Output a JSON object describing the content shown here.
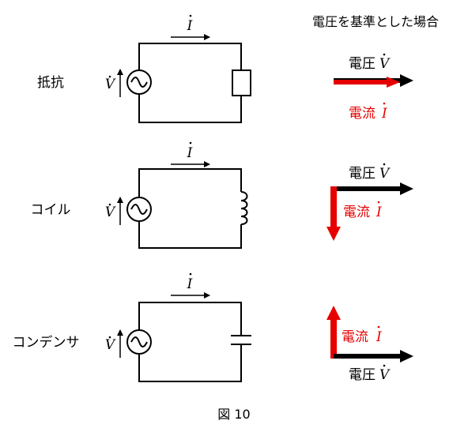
{
  "header": {
    "title": "電圧を基準とした場合"
  },
  "rows": [
    {
      "label": "抵抗",
      "voltage_symbol": "V",
      "current_symbol": "I",
      "voltage_label": "電圧",
      "current_label": "電流",
      "current_phase": "in-phase (same direction as voltage)"
    },
    {
      "label": "コイル",
      "voltage_symbol": "V",
      "current_symbol": "I",
      "voltage_label": "電圧",
      "current_label": "電流",
      "current_phase": "lags voltage by 90° (points down)"
    },
    {
      "label": "コンデンサ",
      "voltage_symbol": "V",
      "current_symbol": "I",
      "voltage_label": "電圧",
      "current_label": "電流",
      "current_phase": "leads voltage by 90° (points up)"
    }
  ],
  "caption": "図 10",
  "colors": {
    "voltage": "#000000",
    "current": "#e60000",
    "wire": "#000000"
  }
}
